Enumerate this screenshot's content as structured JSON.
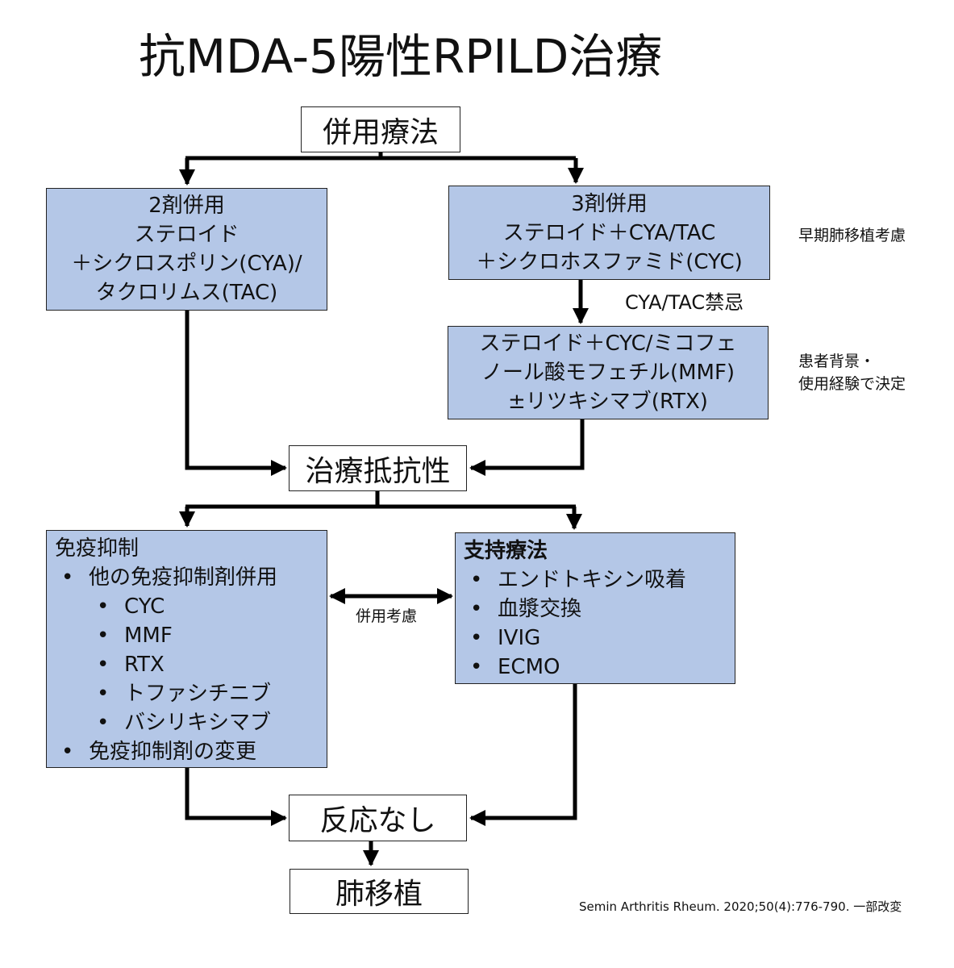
{
  "title": "抗MDA-5陽性RPILD治療",
  "nodes": {
    "combo": "併用療法",
    "dual": {
      "lines": [
        "2剤併用",
        "ステロイド",
        "＋シクロスポリン(CYA)/",
        "タクロリムス(TAC)"
      ]
    },
    "triple": {
      "lines": [
        "3剤併用",
        "ステロイド＋CYA/TAC",
        "＋シクロホスファミド(CYC)"
      ]
    },
    "alt": {
      "lines": [
        "ステロイド＋CYC/ミコフェ",
        "ノール酸モフェチル(MMF)",
        "±リツキシマブ(RTX)"
      ]
    },
    "resistant": "治療抵抗性",
    "immuno": {
      "heading": "免疫抑制",
      "items": [
        "他の免疫抑制剤併用",
        "免疫抑制剤の変更"
      ],
      "subitems": [
        "CYC",
        "MMF",
        "RTX",
        "トファシチニブ",
        "バシリキシマブ"
      ]
    },
    "support": {
      "heading": "支持療法",
      "items": [
        "エンドトキシン吸着",
        "血漿交換",
        "IVIG",
        "ECMO"
      ]
    },
    "noresponse": "反応なし",
    "transplant": "肺移植"
  },
  "bullet": "•",
  "notes": {
    "early_transplant": "早期肺移植考慮",
    "contraindication": "CYA/TAC禁忌",
    "decide": [
      "患者背景・",
      "使用経験で決定"
    ],
    "combo_consider": "併用考慮"
  },
  "citation": "Semin Arthritis Rheum. 2020;50(4):776-790. 一部改変",
  "colors": {
    "box_fill": "#b4c7e7",
    "line": "#000000"
  }
}
